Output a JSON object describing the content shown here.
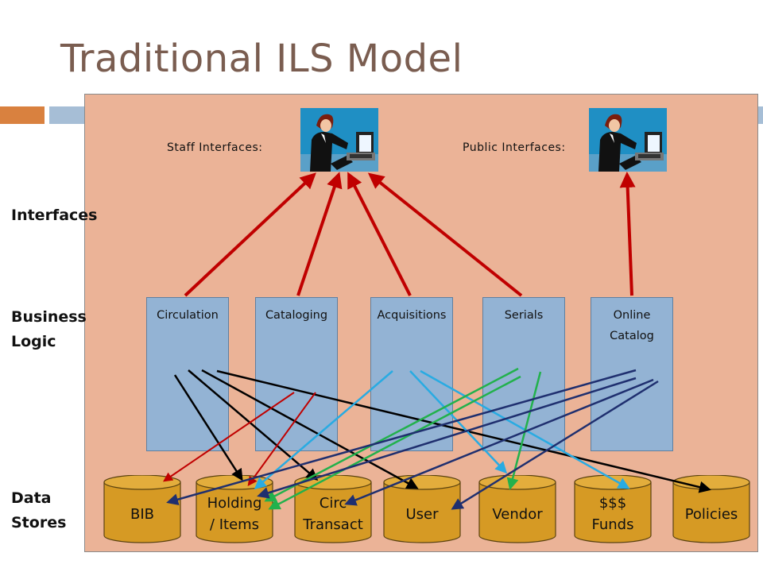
{
  "title": "Traditional ILS Model",
  "layers": {
    "interfaces": "Interfaces",
    "business_logic": "Business\nLogic",
    "data_stores": "Data\nStores"
  },
  "interface_labels": {
    "staff": "Staff Interfaces:",
    "public": "Public Interfaces:"
  },
  "modules": [
    "Circulation",
    "Cataloging",
    "Acquisitions",
    "Serials",
    "Online\nCatalog"
  ],
  "stores": [
    "BIB",
    "Holding\n/ Items",
    "Circ\nTransact",
    "User",
    "Vendor",
    "$$$\nFunds",
    "Policies"
  ],
  "colors": {
    "title": "#7a5d50",
    "background": "#ebb397",
    "module_fill": "#93b3d4",
    "store_fill": "#d69a24",
    "interface_arrow": "#c00000",
    "circulation_arrow": "#000000",
    "cataloging_arrow": "#c00000",
    "acquisitions_arrow": "#29abe2",
    "serials_arrow": "#22b14c",
    "catalog_arrow": "#1f2f6f"
  }
}
